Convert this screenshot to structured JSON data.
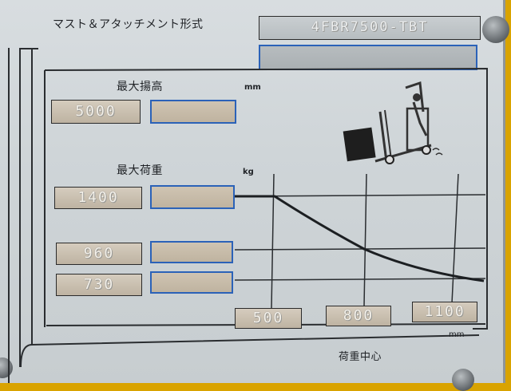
{
  "plate": {
    "mast_label": "マスト＆アタッチメント形式",
    "mast_model": "4FBR7500-TBT",
    "max_lift_label": "最大揚高",
    "max_lift_unit": "mm",
    "max_lift_value": "5000",
    "max_load_label": "最大荷重",
    "max_load_unit": "kg",
    "load_values": [
      "1400",
      "960",
      "730"
    ],
    "center_values": [
      "500",
      "800",
      "1100"
    ],
    "center_unit": "mm",
    "load_center_label": "荷重中心"
  },
  "colors": {
    "plate": "#d0d6d9",
    "blue_frame": "#2b62b8",
    "yellow_body": "#d9a300"
  },
  "icons": [
    "forklift-icon",
    "rivet-icon"
  ]
}
